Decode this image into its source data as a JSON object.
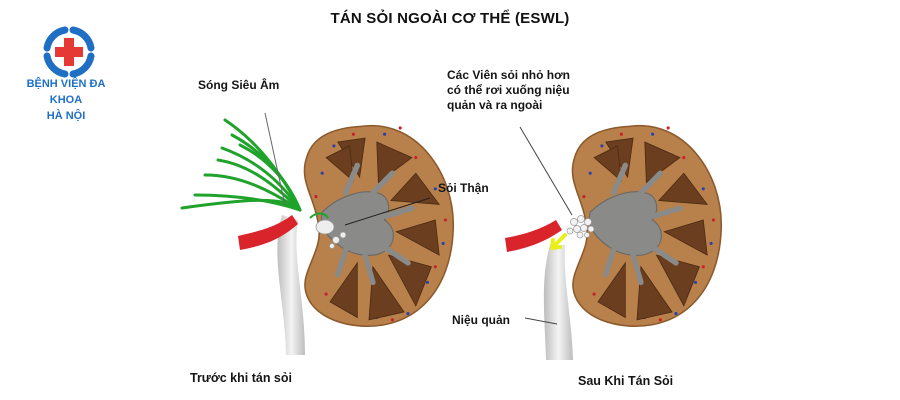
{
  "title": "TÁN SỎI NGOÀI CƠ THỂ (ESWL)",
  "logo": {
    "line1": "BỆNH VIỆN ĐA KHOA",
    "line2": "HÀ NỘI",
    "brand_color": "#1f6fc4",
    "cross_color": "#e53935"
  },
  "left_panel": {
    "label_wave": "Sóng Siêu Âm",
    "label_stone": "Sỏi Thận",
    "caption": "Trước khi tán sỏi"
  },
  "right_panel": {
    "label_fragments_1": "Các Viên sỏi nhỏ hơn",
    "label_fragments_2": "có thể rơi xuống niệu",
    "label_fragments_3": "quản và ra ngoài",
    "label_ureter": "Niệu quản",
    "caption": "Sau Khi Tán Sỏi"
  },
  "colors": {
    "cortex": "#b8804a",
    "pyramid": "#6b3e1f",
    "sinus": "#8a8a88",
    "wave": "#1fa32a",
    "artery": "#d8242a",
    "ureter": "#d9d9d9",
    "arrow": "#e8ef1a"
  }
}
